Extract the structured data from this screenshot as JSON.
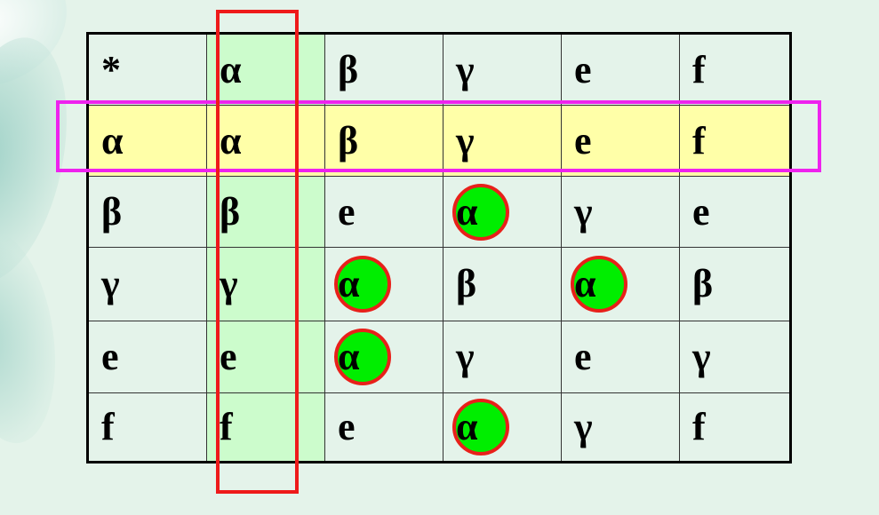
{
  "table": {
    "rows": [
      [
        "*",
        "α",
        "β",
        "γ",
        "e",
        "f"
      ],
      [
        "α",
        "α",
        "β",
        "γ",
        "e",
        "f"
      ],
      [
        "β",
        "β",
        "e",
        "α",
        "γ",
        "e"
      ],
      [
        "γ",
        "γ",
        "α",
        "β",
        "α",
        "β"
      ],
      [
        "e",
        "e",
        "α",
        "γ",
        "e",
        "γ"
      ],
      [
        "f",
        "f",
        "e",
        "α",
        "γ",
        "f"
      ]
    ],
    "highlighted_row": 1,
    "highlighted_col": 1,
    "circled_cells": [
      [
        2,
        3
      ],
      [
        3,
        2
      ],
      [
        3,
        4
      ],
      [
        4,
        2
      ],
      [
        5,
        3
      ]
    ]
  },
  "colors": {
    "background": "#e4f3ea",
    "row_highlight_fill": "#ffffa8",
    "row_highlight_border": "#ee22ee",
    "col_highlight_fill": "#ccfccc",
    "col_highlight_border": "#ee1a1a",
    "circle_fill": "#00ee00",
    "circle_border": "#e8201a"
  }
}
